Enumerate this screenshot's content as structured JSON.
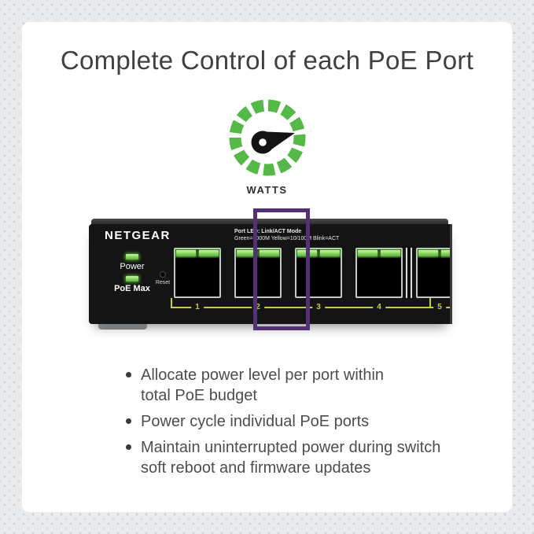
{
  "title": "Complete Control of each PoE Port",
  "gauge": {
    "label": "WATTS"
  },
  "device": {
    "brand": "NETGEAR",
    "led_legend_line1": "Port LED: Link/ACT Mode",
    "led_legend_line2": "Green=1000M  Yellow=10/100M  Blink=ACT",
    "power_led_label": "Power",
    "poe_max_led_label": "PoE Max",
    "reset_label": "Reset",
    "port_numbers": [
      "1",
      "2",
      "3",
      "4",
      "5"
    ],
    "highlighted_port": "2"
  },
  "bullets": [
    {
      "lines": [
        "Allocate power level per port within",
        "total PoE budget"
      ]
    },
    {
      "lines": [
        "Power cycle individual PoE ports"
      ]
    },
    {
      "lines": [
        "Maintain uninterrupted power during switch",
        "soft reboot and firmware updates"
      ]
    }
  ],
  "colors": {
    "accent_green": "#55b948",
    "led_green": "#6fd24a",
    "highlight_purple": "#543077",
    "port_label_yellow": "#c9cf45",
    "switch_black": "#141414"
  }
}
